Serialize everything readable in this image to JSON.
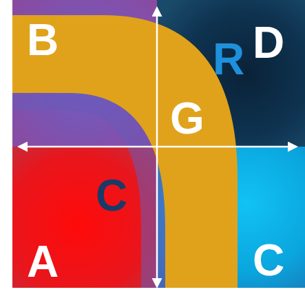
{
  "diagram": {
    "nodes": [
      {
        "text": [
          "G"
        ]
      }
    ],
    "labels": [
      "B",
      "R",
      "D",
      "C",
      "A",
      "C"
    ]
  }
}
